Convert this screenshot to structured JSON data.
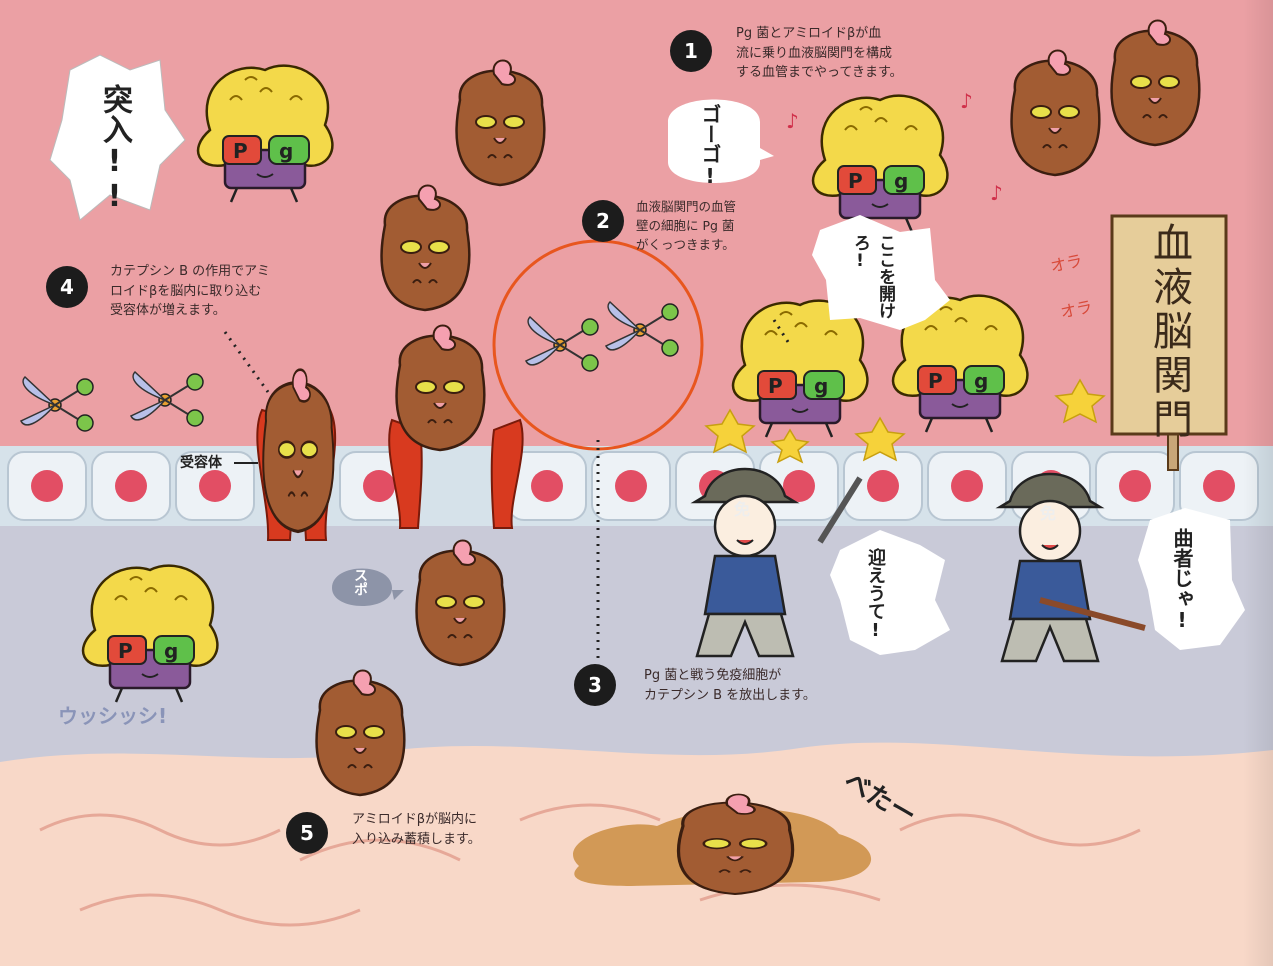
{
  "callouts": [
    {
      "number": "1",
      "lines": [
        "Pg 菌とアミロイドβが血",
        "流に乗り血液脳関門を構成",
        "する血管までやってきます。"
      ]
    },
    {
      "number": "2",
      "lines": [
        "血液脳関門の血管",
        "壁の細胞に Pg 菌",
        "がくっつきます。"
      ]
    },
    {
      "number": "3",
      "lines": [
        "Pg 菌と戦う免疫細胞が",
        "カテプシン B を放出します。"
      ]
    },
    {
      "number": "4",
      "lines": [
        "カテプシン B の作用でアミ",
        "ロイドβを脳内に取り込む",
        "受容体が増えます。"
      ]
    },
    {
      "number": "5",
      "lines": [
        "アミロイドβが脳内に",
        "入り込み蓄積します。"
      ]
    }
  ],
  "sign": {
    "text": "血液脳関門"
  },
  "labels": {
    "receptor": "受容体"
  },
  "bubbles": {
    "charge": "突入!!",
    "gogo": "ゴーゴ!",
    "open": "ここを開けろ!",
    "welcome": "迎えうて!",
    "culprit": "曲者じゃ!",
    "supo": "スポ"
  },
  "sounds": {
    "ushishi": "ウッシッシ!",
    "ora1": "オラ",
    "ora2": "オラ",
    "beta": "べたー"
  },
  "icons": {
    "pg": "Pg",
    "beta": "β",
    "helmet": "免"
  },
  "colors": {
    "blood": "#eba0a4",
    "cells": "#e8eef3",
    "nucleus": "#e24e64",
    "interstitial": "#c9cad8",
    "brain": "#f8d8c8",
    "afro": "#f3d94a",
    "beta_body": "#a25c33",
    "receptor": "#d83a1f"
  }
}
